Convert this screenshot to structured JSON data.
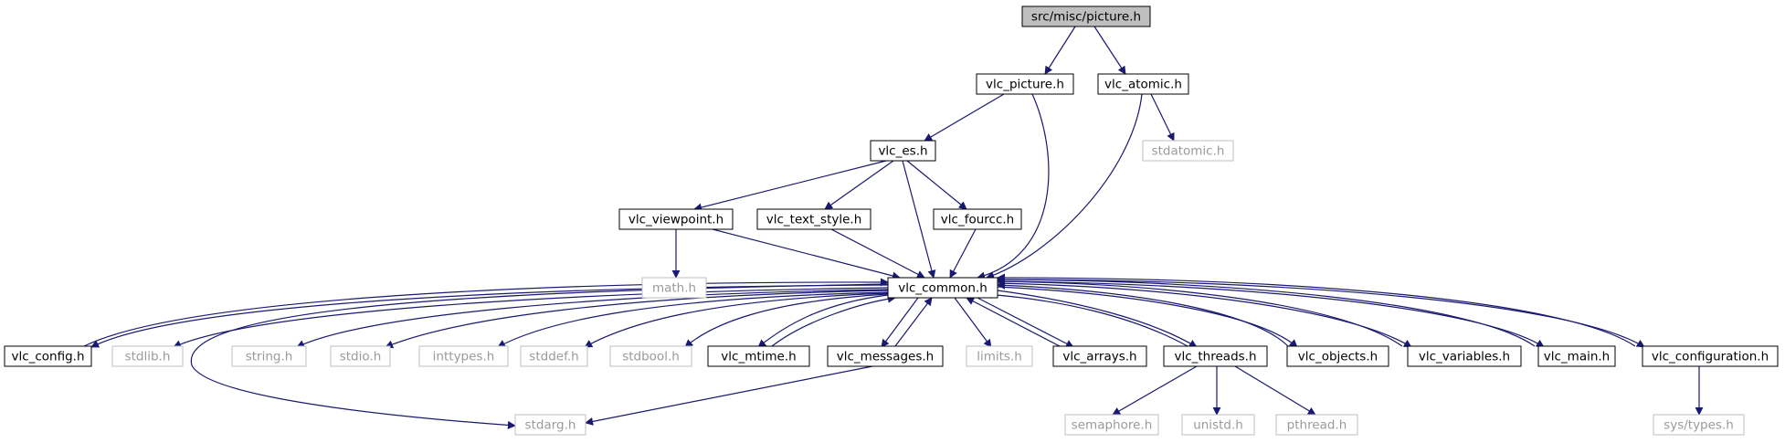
{
  "colors": {
    "edge": "#191970",
    "node_border": "#000000",
    "external_border": "#bfbfbf",
    "external_text": "#9a9a9a",
    "root_fill": "#bfbfbf",
    "node_fill": "#ffffff",
    "text": "#000000"
  },
  "nodes": [
    {
      "id": "root",
      "label": "src/misc/picture.h",
      "style": "root"
    },
    {
      "id": "vlc_picture",
      "label": "vlc_picture.h",
      "style": "normal"
    },
    {
      "id": "vlc_atomic",
      "label": "vlc_atomic.h",
      "style": "normal"
    },
    {
      "id": "vlc_es",
      "label": "vlc_es.h",
      "style": "normal"
    },
    {
      "id": "stdatomic",
      "label": "stdatomic.h",
      "style": "external"
    },
    {
      "id": "vlc_viewpoint",
      "label": "vlc_viewpoint.h",
      "style": "normal"
    },
    {
      "id": "vlc_text_style",
      "label": "vlc_text_style.h",
      "style": "normal"
    },
    {
      "id": "vlc_fourcc",
      "label": "vlc_fourcc.h",
      "style": "normal"
    },
    {
      "id": "math",
      "label": "math.h",
      "style": "external"
    },
    {
      "id": "vlc_common",
      "label": "vlc_common.h",
      "style": "normal"
    },
    {
      "id": "vlc_config",
      "label": "vlc_config.h",
      "style": "normal"
    },
    {
      "id": "stdlib",
      "label": "stdlib.h",
      "style": "external"
    },
    {
      "id": "string",
      "label": "string.h",
      "style": "external"
    },
    {
      "id": "stdio",
      "label": "stdio.h",
      "style": "external"
    },
    {
      "id": "inttypes",
      "label": "inttypes.h",
      "style": "external"
    },
    {
      "id": "stddef",
      "label": "stddef.h",
      "style": "external"
    },
    {
      "id": "stdbool",
      "label": "stdbool.h",
      "style": "external"
    },
    {
      "id": "vlc_mtime",
      "label": "vlc_mtime.h",
      "style": "normal"
    },
    {
      "id": "vlc_messages",
      "label": "vlc_messages.h",
      "style": "normal"
    },
    {
      "id": "limits",
      "label": "limits.h",
      "style": "external"
    },
    {
      "id": "vlc_arrays",
      "label": "vlc_arrays.h",
      "style": "normal"
    },
    {
      "id": "vlc_threads",
      "label": "vlc_threads.h",
      "style": "normal"
    },
    {
      "id": "vlc_objects",
      "label": "vlc_objects.h",
      "style": "normal"
    },
    {
      "id": "vlc_variables",
      "label": "vlc_variables.h",
      "style": "normal"
    },
    {
      "id": "vlc_main",
      "label": "vlc_main.h",
      "style": "normal"
    },
    {
      "id": "vlc_configuration",
      "label": "vlc_configuration.h",
      "style": "normal"
    },
    {
      "id": "stdarg",
      "label": "stdarg.h",
      "style": "external"
    },
    {
      "id": "semaphore",
      "label": "semaphore.h",
      "style": "external"
    },
    {
      "id": "unistd",
      "label": "unistd.h",
      "style": "external"
    },
    {
      "id": "pthread",
      "label": "pthread.h",
      "style": "external"
    },
    {
      "id": "sys_types",
      "label": "sys/types.h",
      "style": "external"
    }
  ],
  "edges": [
    {
      "from": "root",
      "to": "vlc_picture"
    },
    {
      "from": "root",
      "to": "vlc_atomic"
    },
    {
      "from": "vlc_picture",
      "to": "vlc_es"
    },
    {
      "from": "vlc_picture",
      "to": "vlc_common"
    },
    {
      "from": "vlc_atomic",
      "to": "stdatomic"
    },
    {
      "from": "vlc_atomic",
      "to": "vlc_common"
    },
    {
      "from": "vlc_es",
      "to": "vlc_viewpoint"
    },
    {
      "from": "vlc_es",
      "to": "vlc_text_style"
    },
    {
      "from": "vlc_es",
      "to": "vlc_fourcc"
    },
    {
      "from": "vlc_es",
      "to": "vlc_common"
    },
    {
      "from": "vlc_viewpoint",
      "to": "math"
    },
    {
      "from": "vlc_viewpoint",
      "to": "vlc_common"
    },
    {
      "from": "vlc_text_style",
      "to": "vlc_common"
    },
    {
      "from": "vlc_fourcc",
      "to": "vlc_common"
    },
    {
      "from": "vlc_common",
      "to": "vlc_config"
    },
    {
      "from": "vlc_config",
      "to": "vlc_common"
    },
    {
      "from": "vlc_common",
      "to": "stdlib"
    },
    {
      "from": "vlc_common",
      "to": "string"
    },
    {
      "from": "vlc_common",
      "to": "stdio"
    },
    {
      "from": "vlc_common",
      "to": "inttypes"
    },
    {
      "from": "vlc_common",
      "to": "stddef"
    },
    {
      "from": "vlc_common",
      "to": "stdbool"
    },
    {
      "from": "vlc_common",
      "to": "vlc_mtime"
    },
    {
      "from": "vlc_mtime",
      "to": "vlc_common"
    },
    {
      "from": "vlc_common",
      "to": "vlc_messages"
    },
    {
      "from": "vlc_messages",
      "to": "vlc_common"
    },
    {
      "from": "vlc_common",
      "to": "stdarg"
    },
    {
      "from": "vlc_messages",
      "to": "stdarg"
    },
    {
      "from": "vlc_common",
      "to": "limits"
    },
    {
      "from": "vlc_common",
      "to": "vlc_arrays"
    },
    {
      "from": "vlc_arrays",
      "to": "vlc_common"
    },
    {
      "from": "vlc_common",
      "to": "vlc_threads"
    },
    {
      "from": "vlc_threads",
      "to": "vlc_common"
    },
    {
      "from": "vlc_common",
      "to": "vlc_objects"
    },
    {
      "from": "vlc_objects",
      "to": "vlc_common"
    },
    {
      "from": "vlc_common",
      "to": "vlc_variables"
    },
    {
      "from": "vlc_variables",
      "to": "vlc_common"
    },
    {
      "from": "vlc_common",
      "to": "vlc_main"
    },
    {
      "from": "vlc_main",
      "to": "vlc_common"
    },
    {
      "from": "vlc_common",
      "to": "vlc_configuration"
    },
    {
      "from": "vlc_configuration",
      "to": "vlc_common"
    },
    {
      "from": "vlc_configuration",
      "to": "sys_types"
    },
    {
      "from": "vlc_threads",
      "to": "semaphore"
    },
    {
      "from": "vlc_threads",
      "to": "unistd"
    },
    {
      "from": "vlc_threads",
      "to": "pthread"
    }
  ]
}
